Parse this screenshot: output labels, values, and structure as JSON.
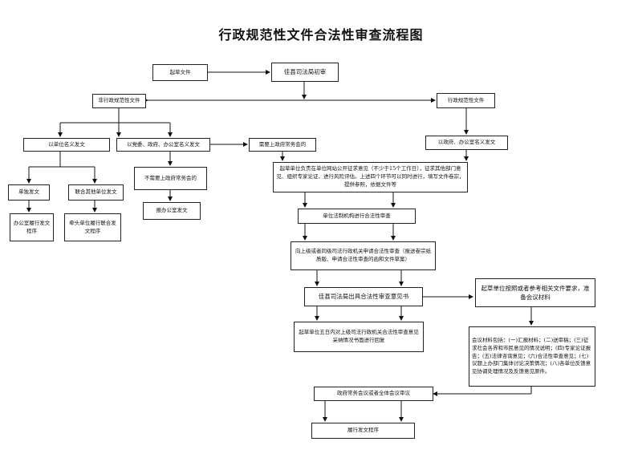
{
  "title": "行政规范性文件合法性审查流程图",
  "nodes": {
    "n1": "起草文件",
    "n2": "佳县司法局初审",
    "n3": "非行政规范性文件",
    "n4": "行政规范性文件",
    "n5": "以单位名义发文",
    "n6": "以党委、政府、办公室名义发文",
    "n7": "需要上政府常务会的",
    "n8": "以政府、办公室名义发文",
    "n9": "单独发文",
    "n10": "联合其他单位发文",
    "n11": "不需要上政府常务会的",
    "n12": "起草单位负责在单位网站公开征求意见（不少于15个工作日），征求其他部门意见、组织专家论证、进行风险评估。上述四个环节可以同时进行，填写文件卷宗，提供参照，依据文件等",
    "n13": "办公室履行发文程序",
    "n14": "牵头单位履行联合发文程序",
    "n15": "报办公室发文",
    "n16": "单位法制机构进行合法性审查",
    "n17": "向上级或者同级司法行政机关申请合法性审查（报送卷宗纸质版、申请合法性审查的函和文件草案）",
    "n18": "佳县司法局出具合法性审查意见书",
    "n19": "起草单位按照或者参考相关文件要求，准备会议材料",
    "n20": "起草单位五日内对上级司法行政机关合法性审查意见采纳情况书面进行回复",
    "n21": "会议材料包括：(一)汇报材料；(二)送审稿；(三)征求社会各界和市民意见的情况说明；(四)专家论证报告；(五)法律咨询意见；(六)合法性审查意见；(七)议题上办部门集体讨论决策情况；(八)各单位反馈意见协调处理情况及反馈意见原件。",
    "n22": "政府常务会议或者全体会议审议",
    "n23": "履行发文程序"
  }
}
